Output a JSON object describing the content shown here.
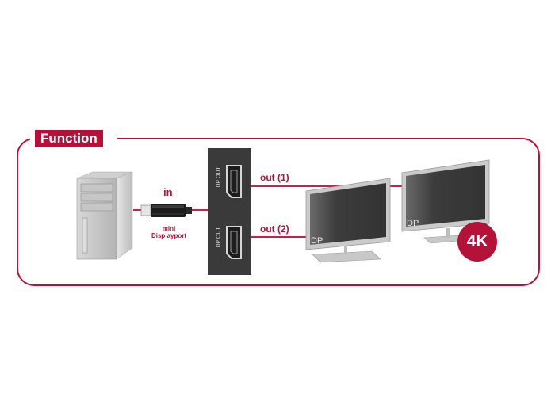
{
  "diagram": {
    "title": "Function",
    "source": {
      "type": "computer",
      "icon": "pc-tower-icon"
    },
    "connector": {
      "direction_label": "in",
      "label_line1": "mini",
      "label_line2": "Displayport",
      "icon": "mini-displayport-plug-icon"
    },
    "hub": {
      "type": "splitter",
      "ports": [
        {
          "label": "DP OUT",
          "icon": "displayport-socket-icon"
        },
        {
          "label": "DP OUT",
          "icon": "displayport-socket-icon"
        }
      ]
    },
    "outputs": [
      {
        "label": "out (1)"
      },
      {
        "label": "out (2)"
      }
    ],
    "monitors": [
      {
        "label": "DP",
        "icon": "monitor-icon"
      },
      {
        "label": "DP",
        "icon": "monitor-icon"
      }
    ],
    "badge": {
      "text": "4K"
    },
    "colors": {
      "accent": "#b5123a",
      "cable": "#c4234a",
      "hub": "#3a3a3a",
      "screen": "#3d3d3d",
      "bezel": "#c8c8c8"
    }
  }
}
